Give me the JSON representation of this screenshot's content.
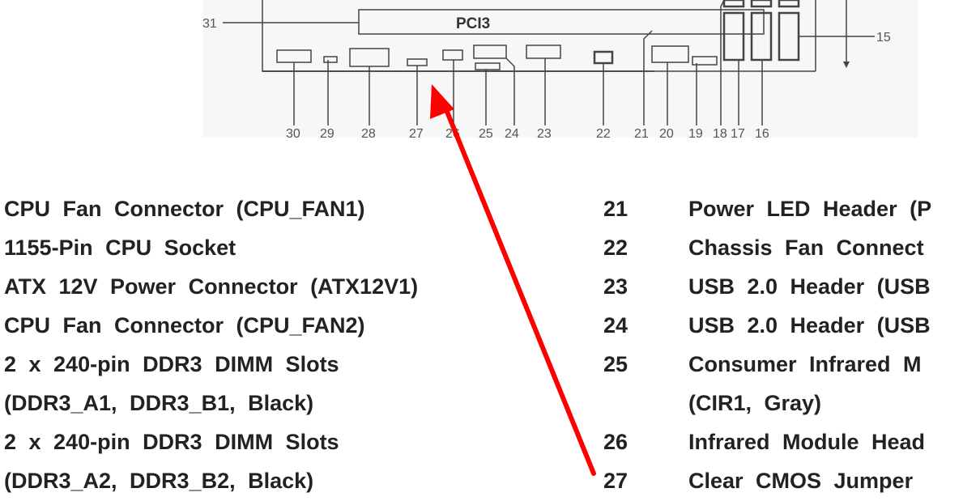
{
  "diagram": {
    "slot_label": "PCI3",
    "callouts": [
      "31",
      "30",
      "29",
      "28",
      "27",
      "26",
      "25",
      "24",
      "23",
      "22",
      "21",
      "20",
      "19",
      "18",
      "17",
      "16",
      "15"
    ]
  },
  "left_items": [
    {
      "text": "CPU Fan Connector (CPU_FAN1)"
    },
    {
      "text": "1155-Pin CPU Socket"
    },
    {
      "text": "ATX 12V Power Connector (ATX12V1)"
    },
    {
      "text": "CPU Fan Connector (CPU_FAN2)"
    },
    {
      "text": "2 x 240-pin DDR3 DIMM Slots"
    },
    {
      "text": "(DDR3_A1, DDR3_B1, Black)"
    },
    {
      "text": "2 x 240-pin DDR3 DIMM Slots"
    },
    {
      "text": "(DDR3_A2, DDR3_B2, Black)"
    }
  ],
  "right_items": [
    {
      "num": "21",
      "text": "Power LED Header (P"
    },
    {
      "num": "22",
      "text": "Chassis Fan Connect"
    },
    {
      "num": "23",
      "text": "USB 2.0 Header (USB"
    },
    {
      "num": "24",
      "text": "USB 2.0 Header (USB"
    },
    {
      "num": "25",
      "text": "Consumer Infrared M"
    },
    {
      "num": "",
      "text": "(CIR1, Gray)"
    },
    {
      "num": "26",
      "text": "Infrared Module Head"
    },
    {
      "num": "27",
      "text": "Clear CMOS Jumper"
    }
  ],
  "annotation": {
    "arrow_color": "#ff0000"
  }
}
